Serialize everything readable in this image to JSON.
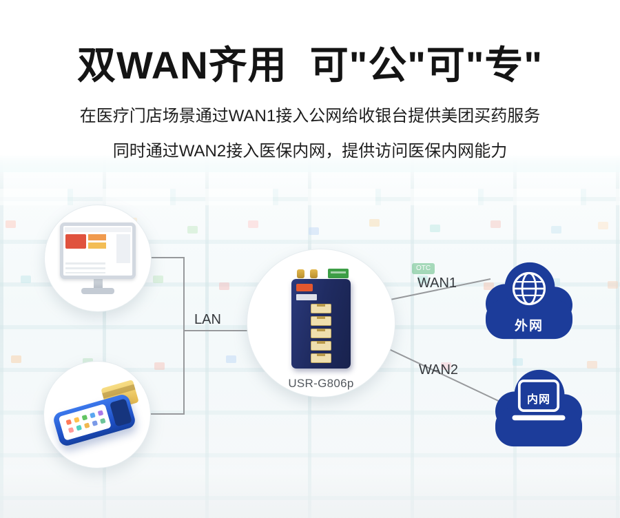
{
  "header": {
    "title": "双WAN齐用  可\"公\"可\"专\"",
    "subtitle_line1": "在医疗门店场景通过WAN1接入公网给收银台提供美团买药服务",
    "subtitle_line2": "同时通过WAN2接入医保内网，提供访问医保内网能力"
  },
  "background": {
    "sign_text": "OTC"
  },
  "diagram": {
    "connections": {
      "lan_label": "LAN",
      "wan1_label": "WAN1",
      "wan2_label": "WAN2"
    },
    "router": {
      "model": "USR-G806p"
    },
    "clouds": {
      "external_label": "外网",
      "internal_label": "内网"
    },
    "icons": {
      "external_cloud": "cloud-with-globe",
      "internal_cloud": "cloud-with-laptop",
      "left_top": "pos-monitor",
      "left_bottom": "pos-terminal-with-card",
      "center": "industrial-router-5-ports"
    },
    "colors": {
      "cloud_blue": "#1c3c9a",
      "router_navy": "#202c62",
      "wire_gray": "#97999c",
      "sign_teal": "#96dade"
    }
  }
}
